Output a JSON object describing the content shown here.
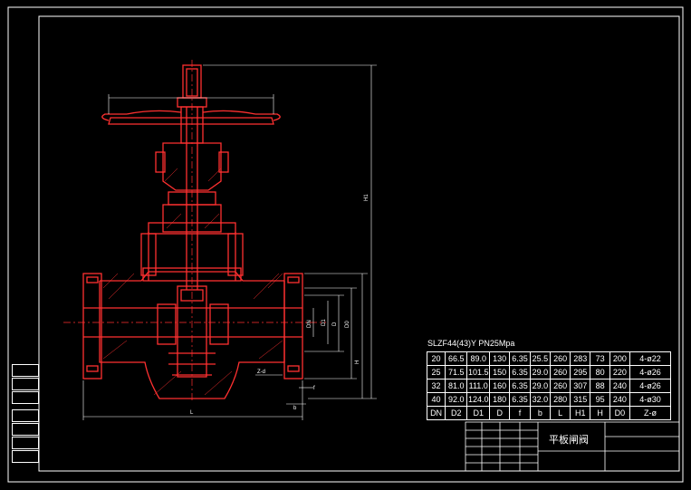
{
  "drawing": {
    "title": "平板闸阀",
    "spec_label": "SLZF44(43)Y PN25Mpa",
    "dimension_labels": {
      "L": "L",
      "H": "H",
      "H1": "H1",
      "D0": "D0",
      "D": "D",
      "D1": "D1",
      "DN": "DN",
      "Z": "Z-d",
      "f": "f",
      "b": "b"
    }
  },
  "spec_table": {
    "rows": [
      [
        "20",
        "66.5",
        "89.0",
        "130",
        "6.35",
        "25.5",
        "260",
        "283",
        "73",
        "200",
        "4-ø22"
      ],
      [
        "25",
        "71.5",
        "101.5",
        "150",
        "6.35",
        "29.0",
        "260",
        "295",
        "80",
        "220",
        "4-ø26"
      ],
      [
        "32",
        "81.0",
        "111.0",
        "160",
        "6.35",
        "29.0",
        "260",
        "307",
        "88",
        "240",
        "4-ø26"
      ],
      [
        "40",
        "92.0",
        "124.0",
        "180",
        "6.35",
        "32.0",
        "280",
        "315",
        "95",
        "240",
        "4-ø30"
      ]
    ],
    "header": [
      "DN",
      "D2",
      "D1",
      "D",
      "f",
      "b",
      "L",
      "H1",
      "H",
      "D0",
      "Z-ø"
    ]
  },
  "colors": {
    "line": "#ffffff",
    "valve": "#ff3030",
    "dimension": "#ffffff"
  }
}
